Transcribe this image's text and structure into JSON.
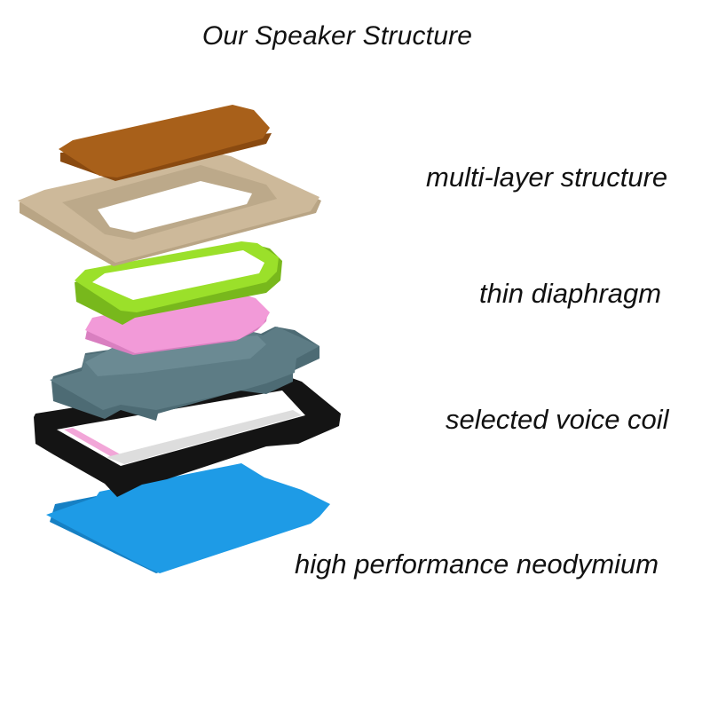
{
  "title": "Our Speaker Structure",
  "labels": [
    "multi-layer structure",
    "thin diaphragm",
    "selected voice coil",
    "high performance neodymium"
  ],
  "components": [
    {
      "name": "top-cover",
      "color": "#a8601a"
    },
    {
      "name": "diaphragm-frame",
      "color": "#cdb99a"
    },
    {
      "name": "voice-coil-ring",
      "color": "#9be02a"
    },
    {
      "name": "pink-plate",
      "color": "#f29ad8"
    },
    {
      "name": "magnet-assembly",
      "color": "#5d7c85"
    },
    {
      "name": "black-frame",
      "color": "#141414"
    },
    {
      "name": "neodymium-plate",
      "color": "#1e9be6"
    }
  ]
}
